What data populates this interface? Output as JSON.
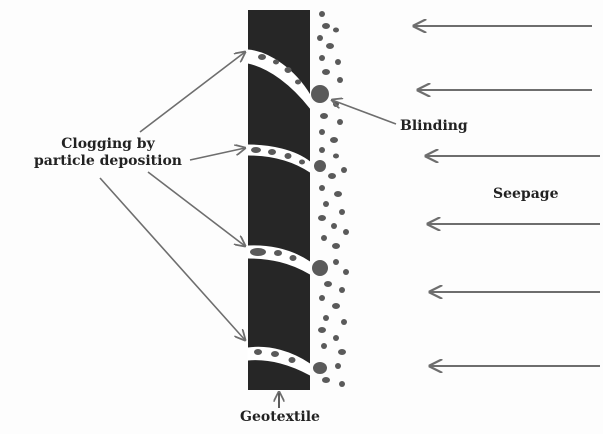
{
  "labels": {
    "clogging_line1": "Clogging by",
    "clogging_line2": "particle deposition",
    "blinding": "Blinding",
    "seepage": "Seepage",
    "geotextile": "Geotextile"
  },
  "colors": {
    "geotextile_fill": "#262626",
    "particle_fill": "#5a5a5a",
    "arrow_stroke": "#6e6e6e",
    "label_text": "#222222"
  }
}
